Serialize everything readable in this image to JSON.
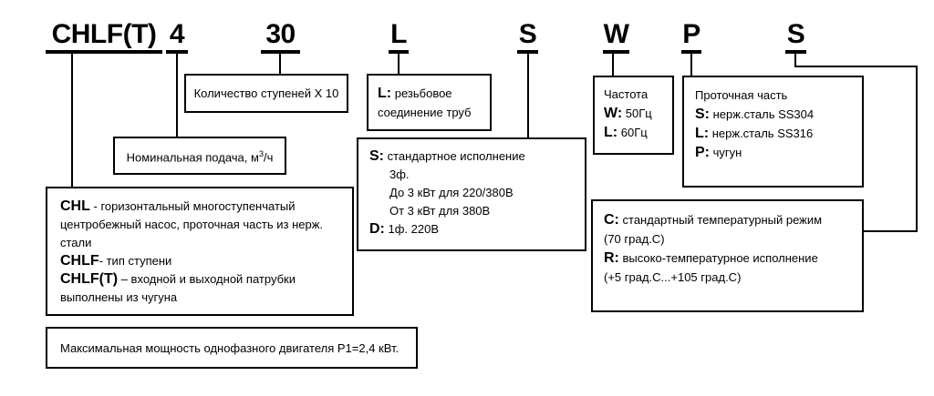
{
  "diagram": {
    "title": "CHLF(T) pump model designation key",
    "line_color": "#000000",
    "background": "#ffffff"
  },
  "model_code": {
    "segments": [
      {
        "id": "series",
        "label": "CHLF(T)"
      },
      {
        "id": "flow",
        "label": "4"
      },
      {
        "id": "stages",
        "label": "30"
      },
      {
        "id": "connection",
        "label": "L"
      },
      {
        "id": "phase",
        "label": "S"
      },
      {
        "id": "frequency",
        "label": "W"
      },
      {
        "id": "material",
        "label": "P"
      },
      {
        "id": "temperature",
        "label": "S"
      }
    ]
  },
  "boxes": {
    "stages": {
      "text": "Количество ступеней Х 10"
    },
    "flow": {
      "text_before": "Номинальная подача, м",
      "sup": "3",
      "text_after": "/ч"
    },
    "connection": {
      "key": "L:",
      "line1": "резьбовое",
      "line2": "соединение труб"
    },
    "phase": {
      "key_s": "S:",
      "s_line1": "стандартное исполнение",
      "s_line2": "3ф.",
      "s_line3": "До 3 кВт для 220/380В",
      "s_line4": "От 3 кВт для 380В",
      "key_d": "D:",
      "d_line1": "1ф. 220В"
    },
    "frequency": {
      "title": "Частота",
      "key_w": "W:",
      "w_value": "50Гц",
      "key_l": "L:",
      "l_value": "60Гц"
    },
    "material": {
      "title": "Проточная часть",
      "key_s": "S:",
      "s_value": "нерж.сталь SS304",
      "key_l": "L:",
      "l_value": "нерж.сталь SS316",
      "key_p": "P:",
      "p_value": "чугун"
    },
    "temperature": {
      "key_c": "C:",
      "c_value": "стандартный температурный режим",
      "c_range": "(70 град.С)",
      "key_r": "R:",
      "r_value": "высоко-температурное исполнение",
      "r_range": "(+5 град.С...+105 град.С)"
    },
    "series": {
      "key_chl": "CHL",
      "chl_line1": "- горизонтальный многоступенчатый",
      "chl_line2": "центробежный насос, проточная часть из нерж.",
      "chl_line3": "стали",
      "key_chlf": "CHLF",
      "chlf_value": "- тип ступени",
      "key_chlft": "CHLF(T)",
      "chlft_value": "– входной и выходной патрубки",
      "chlft_line2": "выполнены из чугуна"
    },
    "note": {
      "text": "Максимальная мощность однофазного двигателя P1=2,4 кВт."
    }
  }
}
